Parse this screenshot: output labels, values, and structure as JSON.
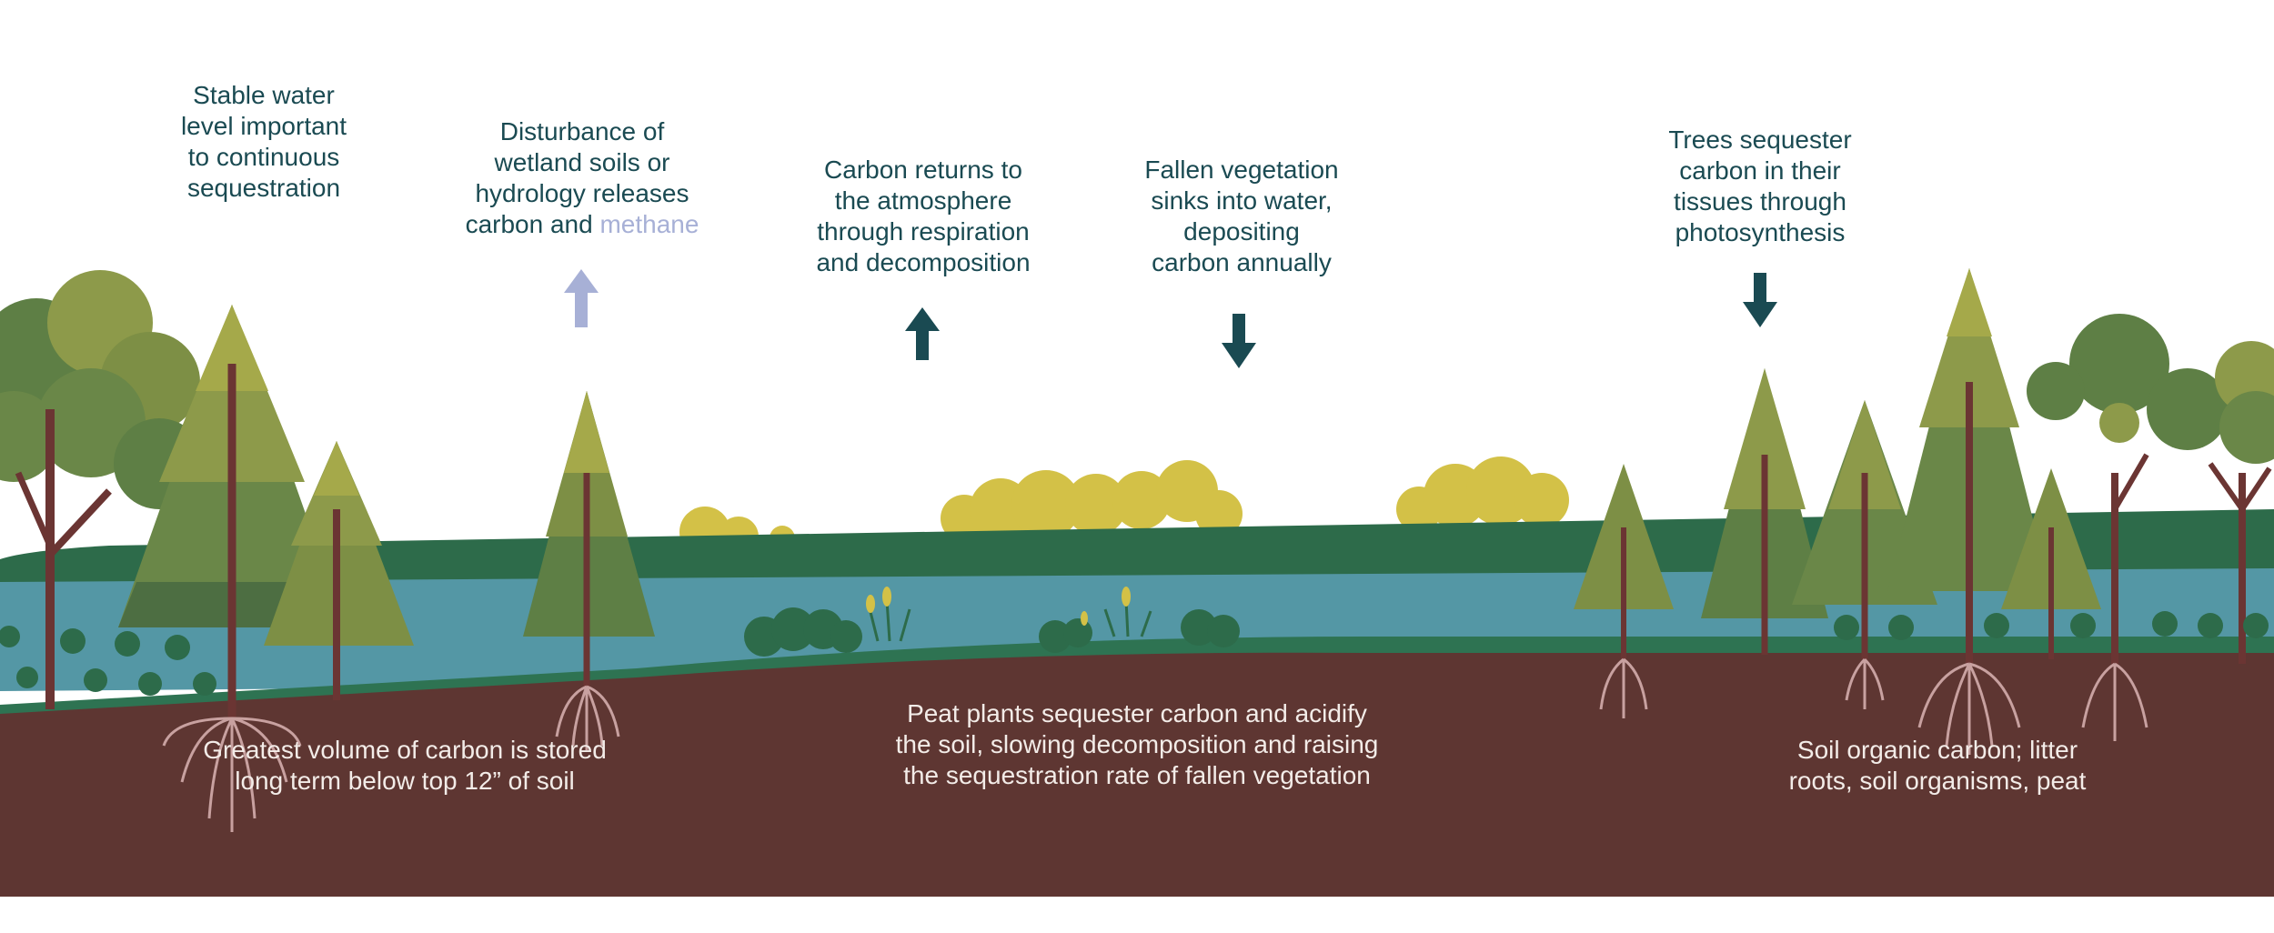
{
  "labels": {
    "water_level": [
      "Stable water",
      "level important",
      "to continuous",
      "sequestration"
    ],
    "disturbance": {
      "lines": [
        "Disturbance of",
        "wetland soils or",
        "hydrology releases"
      ],
      "last_line_prefix": "carbon and ",
      "last_line_highlight": "methane"
    },
    "atmosphere": [
      "Carbon returns to",
      "the atmosphere",
      "through respiration",
      "and decomposition"
    ],
    "fallen_vegetation": [
      "Fallen vegetation",
      "sinks into water,",
      "depositing",
      "carbon annually"
    ],
    "trees": [
      "Trees sequester",
      "carbon in their",
      "tissues through",
      "photosynthesis"
    ],
    "stored_carbon": [
      "Greatest volume of carbon is stored",
      "long term below top 12” of soil"
    ],
    "peat": [
      "Peat plants sequester carbon and acidify",
      "the soil, slowing decomposition and raising",
      "the sequestration rate of fallen vegetation"
    ],
    "soil_organic": [
      "Soil organic carbon; litter",
      "roots, soil organisms, peat"
    ]
  },
  "icons": {
    "methane_arrow": "arrow-up-icon",
    "respiration_arrow": "arrow-up-icon",
    "fallen_arrow": "arrow-down-icon",
    "trees_arrow": "arrow-down-icon"
  },
  "colors": {
    "text_dark": "#1a4a52",
    "methane": "#a7b0d6",
    "soil": "#5e3632",
    "water": "#5497a5",
    "grass": "#2d6b4a",
    "bush_yellow": "#d3c147",
    "tree_trunk": "#6b3533"
  }
}
